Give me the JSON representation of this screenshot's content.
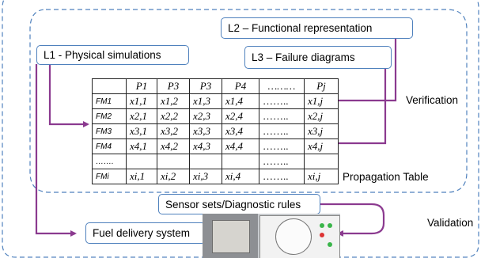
{
  "boxes": {
    "l1": "L1 - Physical simulations",
    "l2": "L2 – Functional representation",
    "l3": "L3 – Failure diagrams",
    "sensor": "Sensor sets/Diagnostic rules",
    "fuel": "Fuel delivery system"
  },
  "labels": {
    "verification": "Verification",
    "propagation": "Propagation Table",
    "validation": "Validation"
  },
  "table": {
    "headers": [
      "",
      "P1",
      "P3",
      "P3",
      "P4",
      "………",
      "Pj"
    ],
    "rows": [
      [
        "FM1",
        "x1,1",
        "x1,2",
        "x1,3",
        "x1,4",
        "……..",
        "x1,j"
      ],
      [
        "FM2",
        "x2,1",
        "x2,2",
        "x2,3",
        "x2,4",
        "……..",
        "x2,j"
      ],
      [
        "FM3",
        "x3,1",
        "x3,2",
        "x3,3",
        "x3,4",
        "……..",
        "x3,j"
      ],
      [
        "FM4",
        "x4,1",
        "x4,2",
        "x4,3",
        "x4,4",
        "……..",
        "x4,j"
      ],
      [
        "…….",
        "",
        "",
        "",
        "",
        "……..",
        ""
      ],
      [
        "FMi",
        "xi,1",
        "xi,2",
        "xi,3",
        "xi,4",
        "……..",
        "xi,j"
      ]
    ]
  },
  "colors": {
    "box_border": "#4f81bd",
    "arrow": "#8b3a8f",
    "dashed": "#4f81bd"
  }
}
